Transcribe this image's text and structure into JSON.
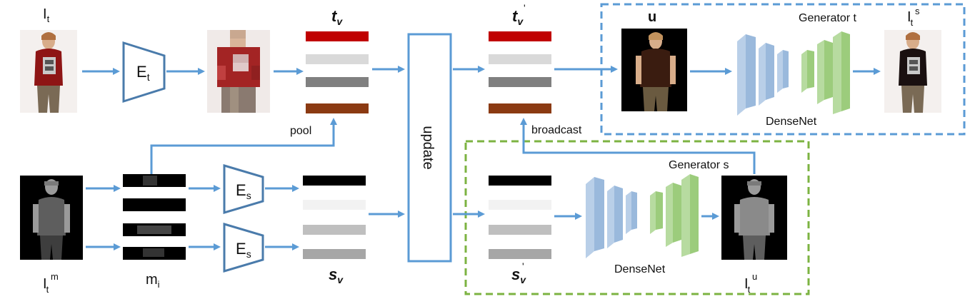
{
  "labels": {
    "i_t": "I",
    "i_t_sub": "t",
    "e_t": "E",
    "e_t_sub": "t",
    "t_v": "t",
    "t_v_sub": "v",
    "t_v_prime": "t",
    "t_v_prime_sub": "v",
    "prime_mark": "'",
    "u": "u",
    "generator_t": "Generator t",
    "i_t_s": "I",
    "i_t_s_sub": "t",
    "i_t_s_sup": "s",
    "densenet_top": "DenseNet",
    "pool": "pool",
    "broadcast": "broadcast",
    "update": "update",
    "generator_s": "Generator s",
    "i_t_m": "I",
    "i_t_m_sub": "t",
    "i_t_m_sup": "m",
    "m_i": "m",
    "m_i_sub": "i",
    "e_s_top": "E",
    "e_s_top_sub": "s",
    "e_s_bottom": "E",
    "e_s_bottom_sub": "s",
    "s_v": "s",
    "s_v_sub": "v",
    "s_v_prime": "s",
    "s_v_prime_sub": "v",
    "densenet_bottom": "DenseNet",
    "i_t_u": "I",
    "i_t_u_sub": "t",
    "i_t_u_sup": "u"
  },
  "colors": {
    "arrow": "#5b9bd5",
    "encoder": "#4a7bab",
    "generator_box": "#5b9bd5",
    "segment_box": "#7cb342",
    "densenet_blue": "#9ab9dc",
    "densenet_green": "#9ccc7c",
    "bar_red": "#c00000",
    "bar_light": "#d9d9d9",
    "bar_dark": "#808080",
    "bar_brown": "#8b3a12",
    "bar_black": "#000000",
    "bar_white": "#f2f2f2",
    "bar_gray": "#bfbfbf",
    "bar_midgray": "#a6a6a6"
  }
}
